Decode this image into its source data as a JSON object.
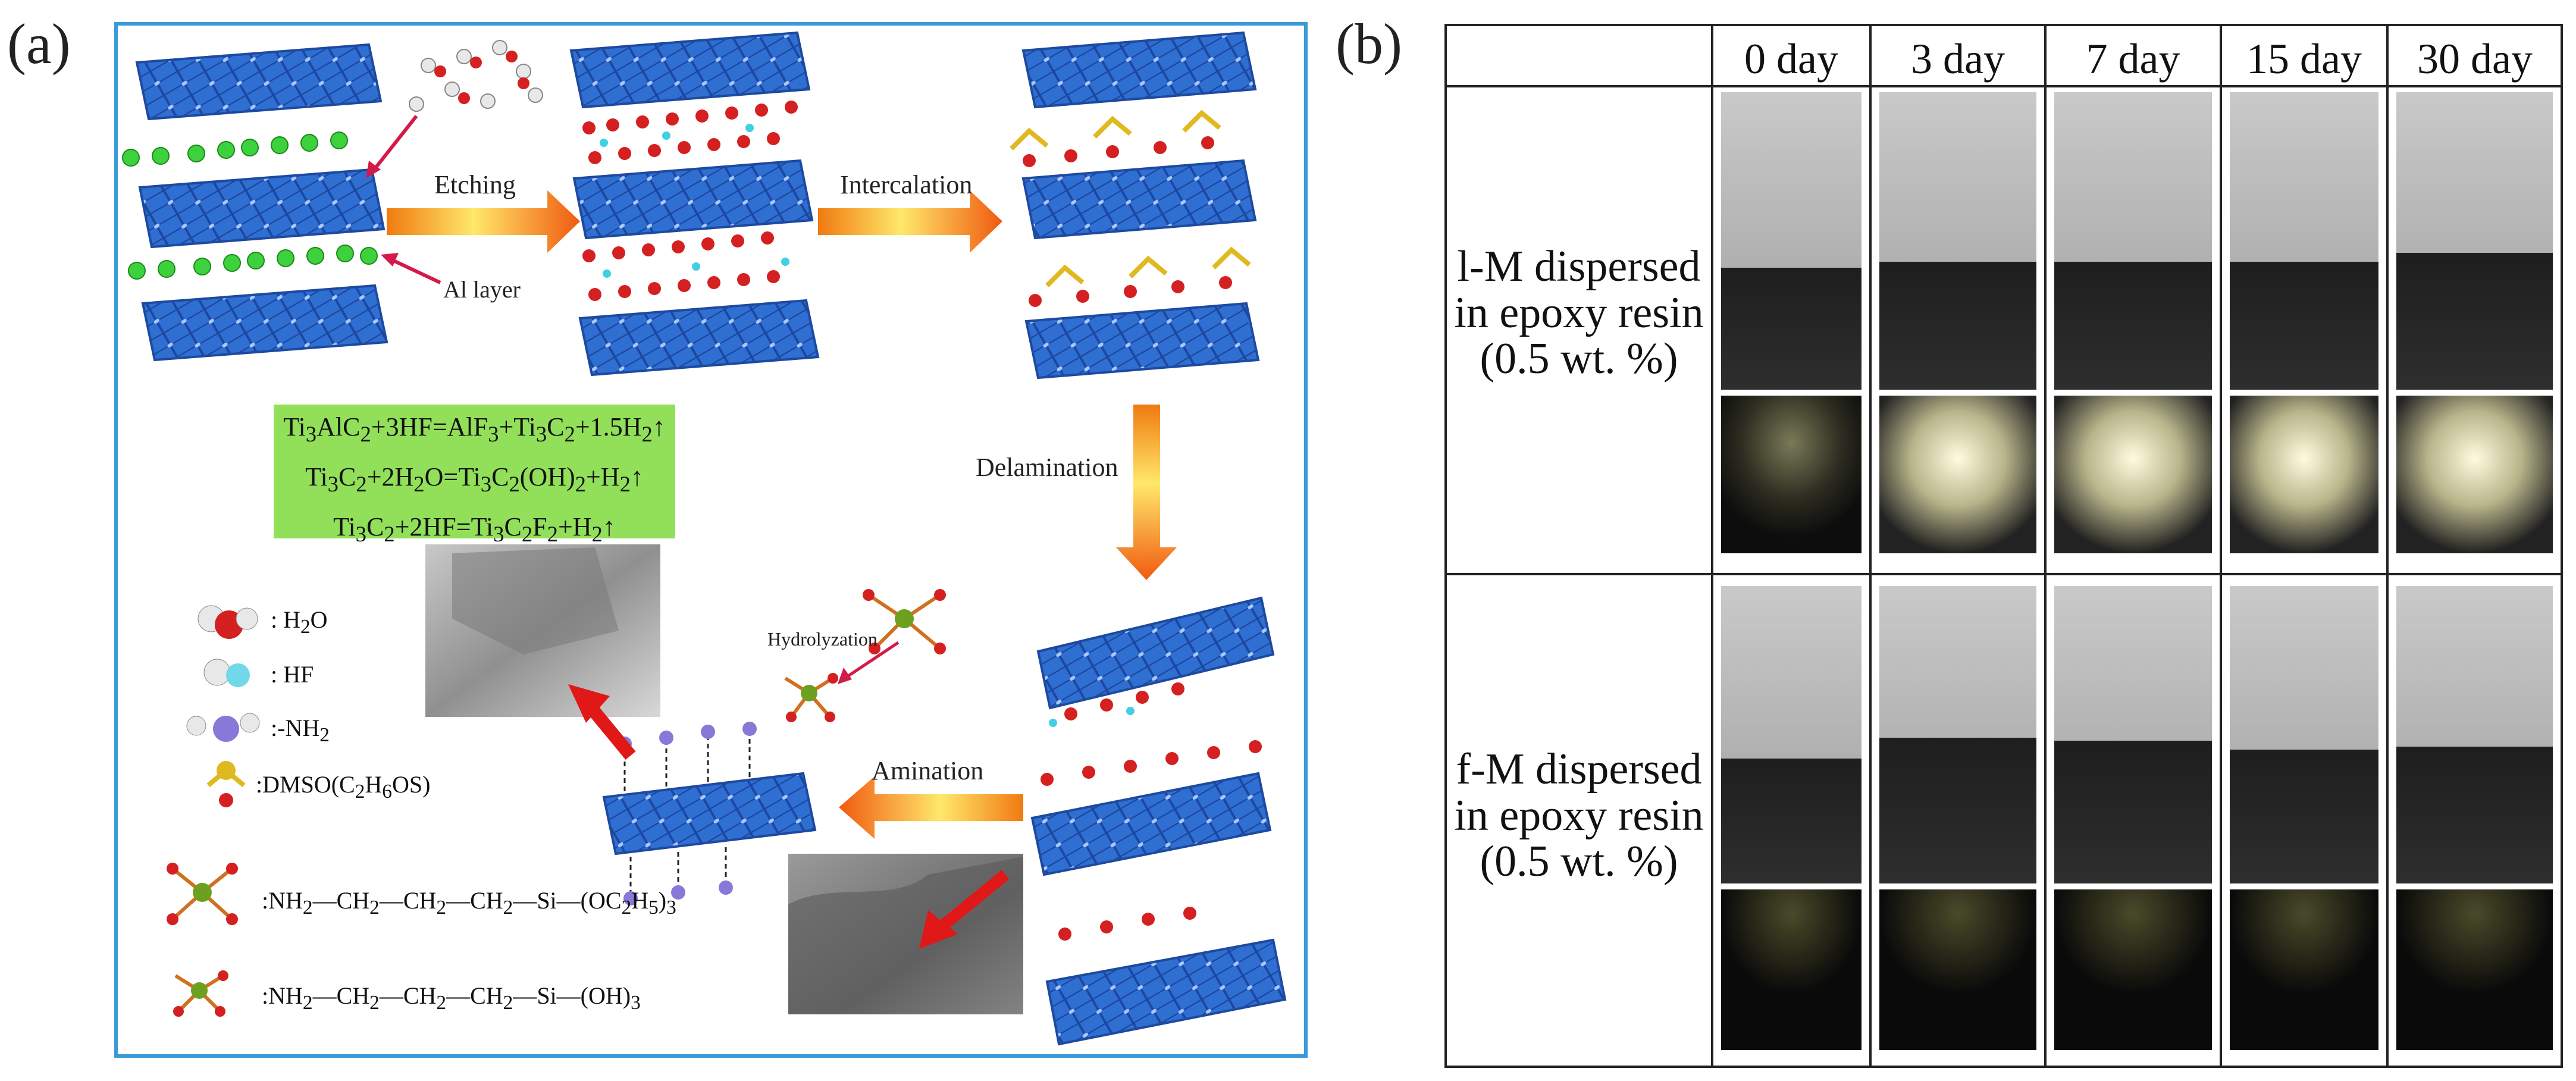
{
  "panel_a": {
    "letter": "(a)",
    "arrows": {
      "etching": "Etching",
      "intercalation": "Intercalation",
      "delamination": "Delamination",
      "amination": "Amination",
      "hydrolyzation": "Hydrolyzation"
    },
    "al_layer_label": "Al layer",
    "equations": [
      {
        "parts": [
          [
            "Ti",
            "3",
            "AlC",
            "2",
            "+3HF=AlF",
            "3",
            "+Ti",
            "3",
            "C",
            "2",
            "+1.5H",
            "2",
            "↑"
          ]
        ]
      },
      {
        "parts": [
          [
            "Ti",
            "3",
            "C",
            "2",
            "+2H",
            "2",
            "O=Ti",
            "3",
            "C",
            "2",
            "(OH)",
            "2",
            "+H",
            "2",
            "↑"
          ]
        ]
      },
      {
        "parts": [
          [
            "Ti",
            "3",
            "C",
            "2",
            "+2HF=Ti",
            "3",
            "C",
            "2",
            "F",
            "2",
            "+H",
            "2",
            "↑"
          ]
        ]
      }
    ],
    "legend": [
      {
        "label": "H₂O",
        "text": ": H",
        "sub": "2",
        "tail": "O"
      },
      {
        "label": "HF",
        "text": ": HF",
        "sub": "",
        "tail": ""
      },
      {
        "label": "-NH2",
        "text": ":-NH",
        "sub": "2",
        "tail": ""
      },
      {
        "label": "DMSO",
        "text": ":DMSO(C",
        "sub": "2",
        "tail": "H",
        "sub2": "6",
        "tail2": "OS)"
      }
    ],
    "silane_1": {
      "prefix": ":NH",
      "sub1": "2",
      "body": "—CH",
      "sub2": "2",
      "body2": "—CH",
      "sub3": "2",
      "body3": "—CH",
      "sub4": "2",
      "body4": "—Si—(OC",
      "sub5": "2",
      "body5": "H",
      "sub6": "5",
      "body6": ")",
      "sub7": "3"
    },
    "silane_2": {
      "prefix": ":NH",
      "sub1": "2",
      "body": "—CH",
      "sub2": "2",
      "body2": "—CH",
      "sub3": "2",
      "body3": "—CH",
      "sub4": "2",
      "body4": "—Si—(OH)",
      "sub5": "3"
    },
    "colors": {
      "frame": "#3a9ad9",
      "slab": "#2f6fd1",
      "slab_dark": "#1d4aa0",
      "al": "#3ed13e",
      "o_red": "#d42020",
      "cyan": "#40d0e0",
      "eq_bg": "#92e05a",
      "arrow_red": "#e01818"
    }
  },
  "panel_b": {
    "letter": "(b)",
    "columns": [
      "0 day",
      "3 day",
      "7 day",
      "15 day",
      "30 day"
    ],
    "rows": [
      {
        "label_lines": [
          "l-M dispersed",
          "in epoxy resin",
          "(0.5 wt. %)"
        ]
      },
      {
        "label_lines": [
          "f-M dispersed",
          "in epoxy resin",
          "(0.5 wt. %)"
        ]
      }
    ]
  }
}
